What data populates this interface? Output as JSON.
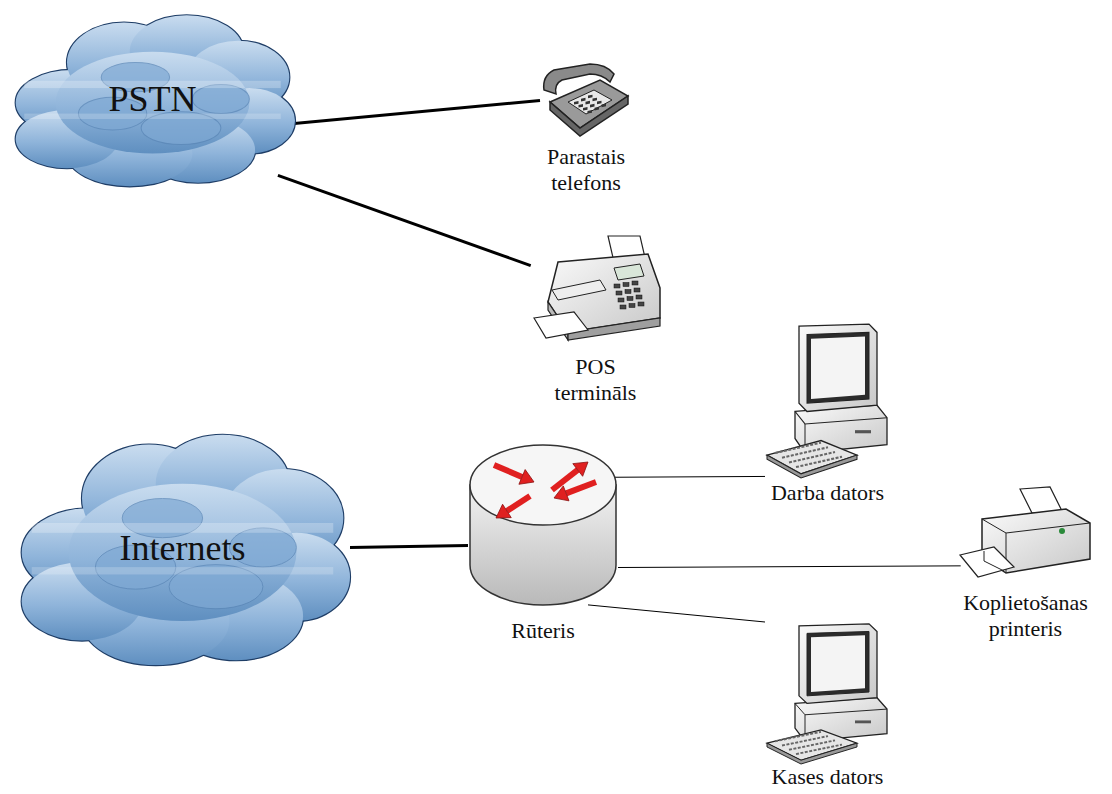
{
  "diagram": {
    "nodes": [
      {
        "text": [
          "PSTN"
        ]
      },
      {
        "text": [
          "Parastais telefons"
        ]
      },
      {
        "text": [
          "POS termināls"
        ]
      },
      {
        "text": [
          "Internets"
        ]
      },
      {
        "text": [
          "Rūteris"
        ]
      },
      {
        "text": [
          "Darba dators"
        ]
      },
      {
        "text": [
          "Koplietošanas printeris"
        ]
      },
      {
        "text": [
          "Kases dators"
        ]
      }
    ],
    "edges": [
      {
        "from": 0,
        "to": 1,
        "arrow": "none"
      },
      {
        "from": 0,
        "to": 2,
        "arrow": "none"
      },
      {
        "from": 3,
        "to": 4,
        "arrow": "none"
      },
      {
        "from": 4,
        "to": 5,
        "arrow": "none"
      },
      {
        "from": 4,
        "to": 6,
        "arrow": "none"
      },
      {
        "from": 4,
        "to": 7,
        "arrow": "none"
      }
    ]
  }
}
